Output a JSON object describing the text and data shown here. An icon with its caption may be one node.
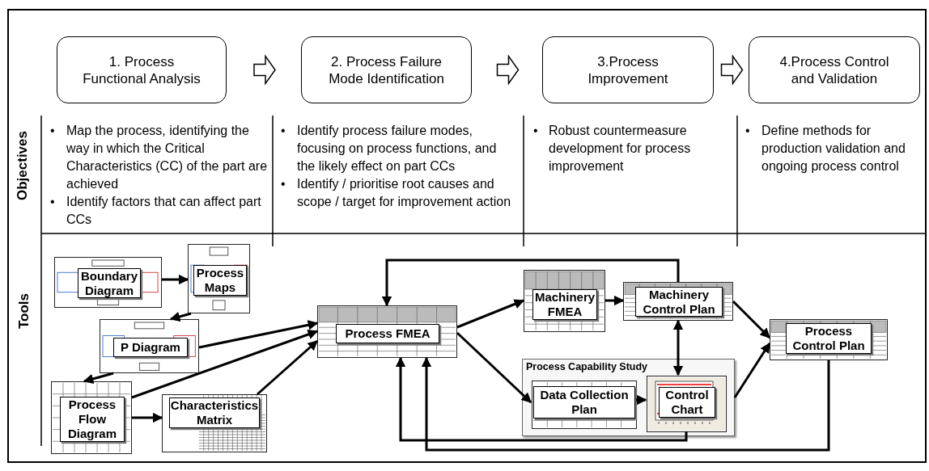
{
  "diagram": {
    "nodes": [
      {
        "text": [
          "1. Process Functional Analysis"
        ]
      },
      {
        "text": [
          "2. Process Failure Mode Identification"
        ]
      },
      {
        "text": [
          "3.Process Improvement"
        ]
      },
      {
        "text": [
          "4.Process Control and Validation"
        ]
      },
      {
        "text": [
          "Boundary Diagram"
        ]
      },
      {
        "text": [
          "Process Maps"
        ]
      },
      {
        "text": [
          "P Diagram"
        ]
      },
      {
        "text": [
          "Process Flow Diagram"
        ]
      },
      {
        "text": [
          "Characteristics Matrix"
        ]
      },
      {
        "text": [
          "Process FMEA"
        ]
      },
      {
        "text": [
          "Machinery FMEA"
        ]
      },
      {
        "text": [
          "Machinery Control Plan"
        ]
      },
      {
        "text": [
          "Process Capability Study"
        ]
      },
      {
        "text": [
          "Data Collection Plan"
        ],
        "in": 12
      },
      {
        "text": [
          "Control Chart"
        ],
        "in": 12
      },
      {
        "text": [
          "Process Control Plan"
        ]
      }
    ],
    "edges": [
      {
        "from": 0,
        "to": 1,
        "arrow": "to"
      },
      {
        "from": 1,
        "to": 2,
        "arrow": "to"
      },
      {
        "from": 2,
        "to": 3,
        "arrow": "to"
      },
      {
        "from": 4,
        "to": 5,
        "arrow": "to"
      },
      {
        "from": 5,
        "to": 6,
        "arrow": "to"
      },
      {
        "from": 6,
        "to": 7,
        "arrow": "to"
      },
      {
        "from": 6,
        "to": 9,
        "arrow": "to"
      },
      {
        "from": 7,
        "to": 9,
        "arrow": "to"
      },
      {
        "from": 7,
        "to": 8,
        "arrow": "to"
      },
      {
        "from": 8,
        "to": 9,
        "arrow": "to"
      },
      {
        "from": 9,
        "to": 10,
        "arrow": "to"
      },
      {
        "from": 9,
        "to": 13,
        "arrow": "to"
      },
      {
        "from": 10,
        "to": 11,
        "arrow": "to"
      },
      {
        "from": 13,
        "to": 14,
        "arrow": "to"
      },
      {
        "from": 11,
        "to": 14,
        "arrow": "both"
      },
      {
        "from": 11,
        "to": 15,
        "arrow": "to"
      },
      {
        "from": 12,
        "to": 15,
        "arrow": "to"
      },
      {
        "from": 11,
        "to": 9,
        "arrow": "to"
      },
      {
        "from": 14,
        "to": 9,
        "arrow": "to"
      },
      {
        "from": 15,
        "to": 9,
        "arrow": "to"
      }
    ],
    "labels": [
      "Objectives",
      "•",
      "Map the process, identifying the way in which the Critical Characteristics (CC) of the part are achieved",
      "•",
      "Identify factors that can affect part CCs",
      "•",
      "Identify process failure modes, focusing on process functions, and the likely effect on part CCs",
      "•",
      "Identify / prioritise root causes and scope / target for improvement action",
      "•",
      "Robust countermeasure development for process improvement",
      "•",
      "Define methods for production validation and ongoing process control",
      "Tools"
    ]
  }
}
